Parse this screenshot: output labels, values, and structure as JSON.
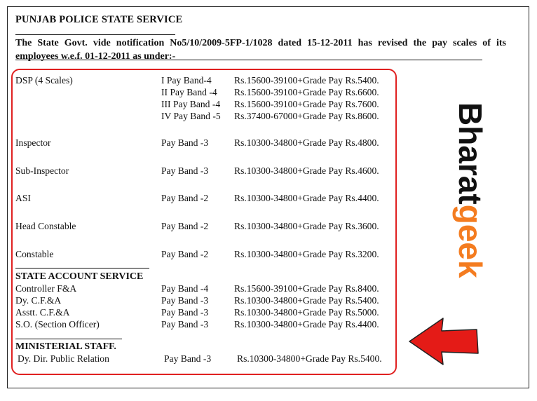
{
  "doc": {
    "title": "PUNJAB POLICE STATE SERVICE",
    "intro": "The State Govt. vide notification No5/10/2009-5FP-1/1028 dated 15-12-2011 has revised the pay scales of its employees w.e.f. 01-12-2011 as under:-"
  },
  "police": [
    {
      "rank": "DSP (4 Scales)",
      "band": "I  Pay Band-4",
      "scale": "Rs.15600-39100+Grade Pay Rs.5400."
    },
    {
      "rank": "",
      "band": "II Pay Band -4",
      "scale": "Rs.15600-39100+Grade Pay Rs.6600."
    },
    {
      "rank": "",
      "band": "III Pay Band -4",
      "scale": "Rs.15600-39100+Grade Pay Rs.7600."
    },
    {
      "rank": "",
      "band": "IV Pay Band -5",
      "scale": "Rs.37400-67000+Grade Pay Rs.8600."
    },
    {
      "rank": "Inspector",
      "band": "Pay Band -3",
      "scale": "Rs.10300-34800+Grade Pay Rs.4800."
    },
    {
      "rank": "Sub-Inspector",
      "band": "Pay Band -3",
      "scale": "Rs.10300-34800+Grade Pay Rs.4600."
    },
    {
      "rank": "ASI",
      "band": "Pay Band -2",
      "scale": "Rs.10300-34800+Grade Pay Rs.4400."
    },
    {
      "rank": "Head Constable",
      "band": "Pay Band -2",
      "scale": "Rs.10300-34800+Grade Pay Rs.3600."
    },
    {
      "rank": "Constable",
      "band": "Pay Band -2",
      "scale": "Rs.10300-34800+Grade Pay Rs.3200."
    }
  ],
  "account": {
    "heading": "STATE ACCOUNT SERVICE",
    "rows": [
      {
        "rank": "Controller F&A",
        "band": "Pay Band -4",
        "scale": "Rs.15600-39100+Grade Pay Rs.8400."
      },
      {
        "rank": "Dy. C.F.&A",
        "band": "Pay Band -3",
        "scale": "Rs.10300-34800+Grade Pay Rs.5400."
      },
      {
        "rank": "Asstt. C.F.&A",
        "band": "Pay Band -3",
        "scale": "Rs.10300-34800+Grade Pay Rs.5000."
      },
      {
        "rank": "S.O. (Section Officer)",
        "band": "Pay Band -3",
        "scale": "Rs.10300-34800+Grade Pay Rs.4400."
      }
    ]
  },
  "ministerial": {
    "heading": "MINISTERIAL STAFF.",
    "rows": [
      {
        "rank": "Dy. Dir. Public Relation",
        "band": "Pay Band -3",
        "scale": "Rs.10300-34800+Grade Pay Rs.5400."
      }
    ]
  },
  "watermark": {
    "part1": "Bharat",
    "part2": "geek",
    "color1": "#111111",
    "color2": "#f47c20"
  },
  "colors": {
    "highlight": "#e02020",
    "arrow": "#e41b17"
  }
}
